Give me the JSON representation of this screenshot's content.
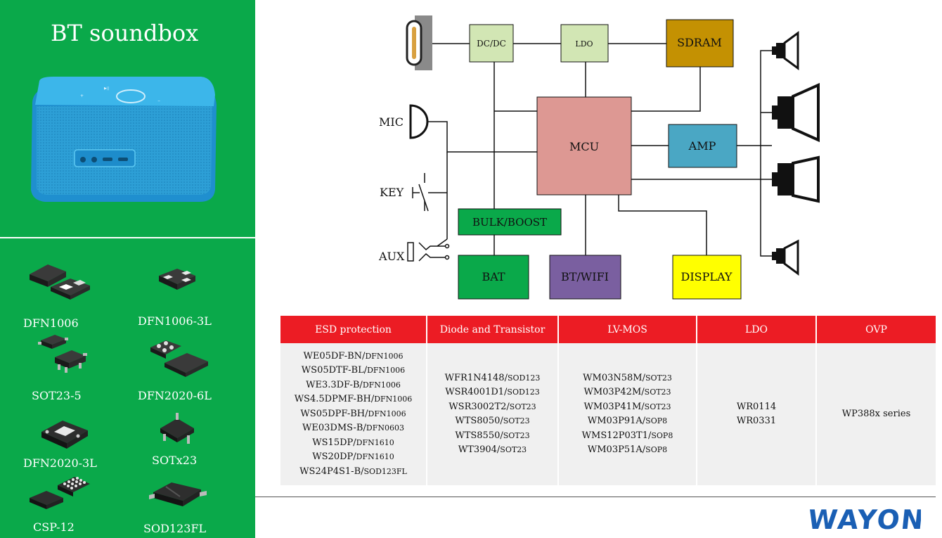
{
  "left_panel": {
    "title": "BT soundbox",
    "packages": [
      {
        "label": "DFN1006"
      },
      {
        "label": "DFN1006-3L"
      },
      {
        "label": "SOT23-5"
      },
      {
        "label": "DFN2020-6L"
      },
      {
        "label": "DFN2020-3L"
      },
      {
        "label": "SOTx23"
      },
      {
        "label": "CSP-12"
      },
      {
        "label": "SOD123FL"
      }
    ]
  },
  "diagram": {
    "blocks": {
      "dcdc": "DC/DC",
      "ldo": "LDO",
      "sdram": "SDRAM",
      "mcu": "MCU",
      "amp": "AMP",
      "bulk_boost": "BULK/BOOST",
      "bat": "BAT",
      "bt_wifi": "BT/WIFI",
      "display": "DISPLAY"
    },
    "labels": {
      "mic": "MIC",
      "key": "KEY",
      "aux": "AUX"
    },
    "colors": {
      "pale_green": "#d2e6b4",
      "sdram": "#c49102",
      "mcu": "#dd9893",
      "amp": "#4aa7c4",
      "green": "#0aa94a",
      "bt_wifi": "#7a5fa0",
      "display": "#ffff00"
    }
  },
  "table": {
    "headers": [
      "ESD protection",
      "Diode and Transistor",
      "LV-MOS",
      "LDO",
      "OVP"
    ],
    "columns": [
      [
        {
          "part": "WE05DF-BN/",
          "pkg": "DFN1006"
        },
        {
          "part": "WS05DTF-BL/",
          "pkg": "DFN1006"
        },
        {
          "part": "WE3.3DF-B/",
          "pkg": "DFN1006"
        },
        {
          "part": "WS4.5DPMF-BH/",
          "pkg": "DFN1006"
        },
        {
          "part": "WS05DPF-BH/",
          "pkg": "DFN1006"
        },
        {
          "part": "WE03DMS-B/",
          "pkg": "DFN0603"
        },
        {
          "part": "WS15DP/",
          "pkg": "DFN1610"
        },
        {
          "part": "WS20DP/",
          "pkg": "DFN1610"
        },
        {
          "part": "WS24P4S1-B/",
          "pkg": "SOD123FL"
        }
      ],
      [
        {
          "part": "WFR1N4148/",
          "pkg": "SOD123"
        },
        {
          "part": "WSR4001D1/",
          "pkg": "SOD123"
        },
        {
          "part": "WSR3002T2/",
          "pkg": "SOT23"
        },
        {
          "part": "WTS8050/",
          "pkg": "SOT23"
        },
        {
          "part": "WTS8550/",
          "pkg": "SOT23"
        },
        {
          "part": "WT3904/",
          "pkg": "SOT23"
        }
      ],
      [
        {
          "part": "WM03N58M/",
          "pkg": "SOT23"
        },
        {
          "part": "WM03P42M/",
          "pkg": "SOT23"
        },
        {
          "part": "WM03P41M/",
          "pkg": "SOT23"
        },
        {
          "part": "WM03P91A/",
          "pkg": "SOP8"
        },
        {
          "part": "WMS12P03T1/",
          "pkg": "SOP8"
        },
        {
          "part": "WM03P51A/",
          "pkg": "SOP8"
        }
      ],
      [
        {
          "part": "WR0114",
          "pkg": ""
        },
        {
          "part": "WR0331",
          "pkg": ""
        }
      ],
      [
        {
          "part": "WP388x series",
          "pkg": ""
        }
      ]
    ]
  },
  "logo": {
    "text": "WAYON",
    "color": "#1a5fb4"
  }
}
